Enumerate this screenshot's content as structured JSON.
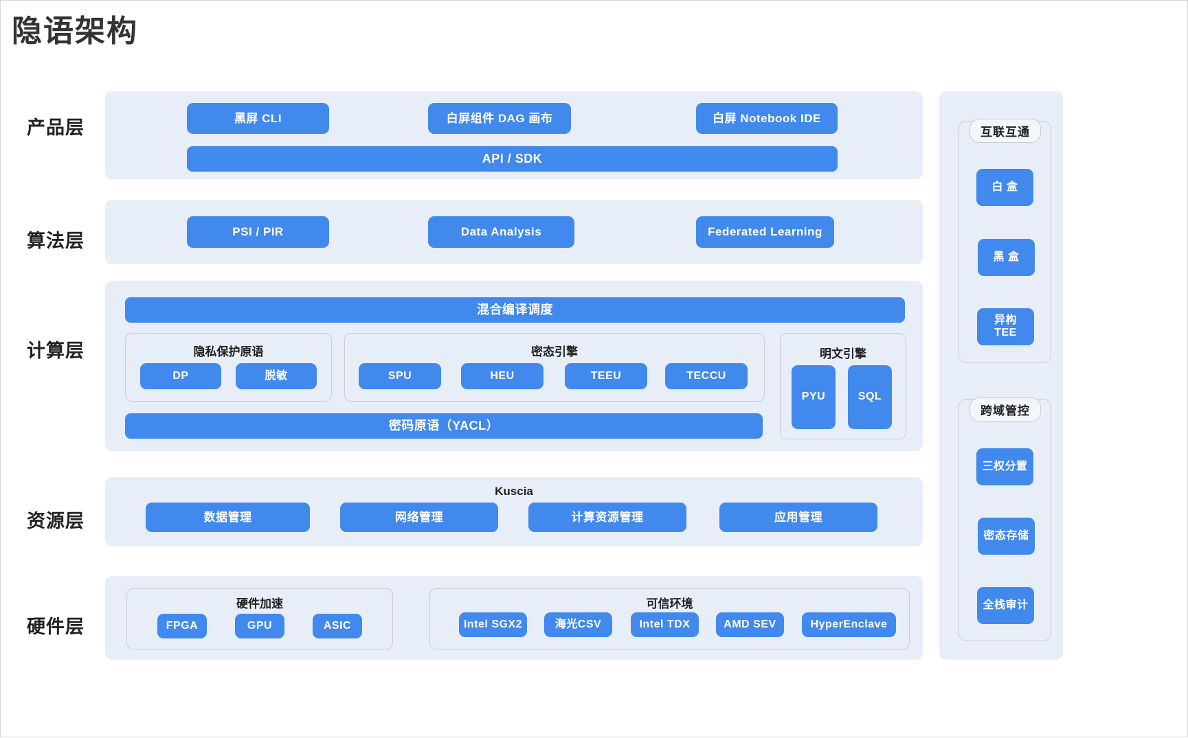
{
  "title": "隐语架构",
  "colors": {
    "accent": "#4189ec",
    "panel": "#e8eef8",
    "border": "#c9ccd1",
    "text": "#222222"
  },
  "layers": [
    {
      "label": "产品层",
      "items": [
        "黑屏 CLI",
        "白屏组件 DAG 画布",
        "白屏 Notebook IDE"
      ],
      "bar": "API / SDK"
    },
    {
      "label": "算法层",
      "items": [
        "PSI / PIR",
        "Data Analysis",
        "Federated Learning"
      ]
    },
    {
      "label": "计算层",
      "top_bar": "混合编译调度",
      "bottom_bar": "密码原语（YACL）",
      "groups": [
        {
          "title": "隐私保护原语",
          "items": [
            "DP",
            "脱敏"
          ]
        },
        {
          "title": "密态引擎",
          "items": [
            "SPU",
            "HEU",
            "TEEU",
            "TECCU"
          ]
        },
        {
          "title": "明文引擎",
          "items": [
            "PYU",
            "SQL"
          ]
        }
      ]
    },
    {
      "label": "资源层",
      "heading": "Kuscia",
      "items": [
        "数据管理",
        "网络管理",
        "计算资源管理",
        "应用管理"
      ]
    },
    {
      "label": "硬件层",
      "groups": [
        {
          "title": "硬件加速",
          "items": [
            "FPGA",
            "GPU",
            "ASIC"
          ]
        },
        {
          "title": "可信环境",
          "items": [
            "Intel SGX2",
            "海光CSV",
            "Intel TDX",
            "AMD SEV",
            "HyperEnclave"
          ]
        }
      ]
    }
  ],
  "side_panels": [
    {
      "title": "互联互通",
      "items": [
        "白 盒",
        "黑 盒",
        "异构\nTEE"
      ]
    },
    {
      "title": "跨域管控",
      "items": [
        "三权分置",
        "密态存储",
        "全栈审计"
      ]
    }
  ]
}
